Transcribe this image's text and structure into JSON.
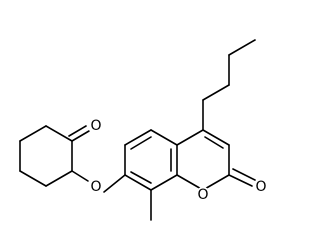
{
  "structure": {
    "atom_labels": {
      "ketone_oxygen": "O",
      "ether_oxygen": "O",
      "ring_oxygen": "O",
      "carbonyl_oxygen": "O"
    },
    "colors": {
      "bond": "#000000",
      "label": "#000000",
      "background": "#ffffff"
    }
  }
}
